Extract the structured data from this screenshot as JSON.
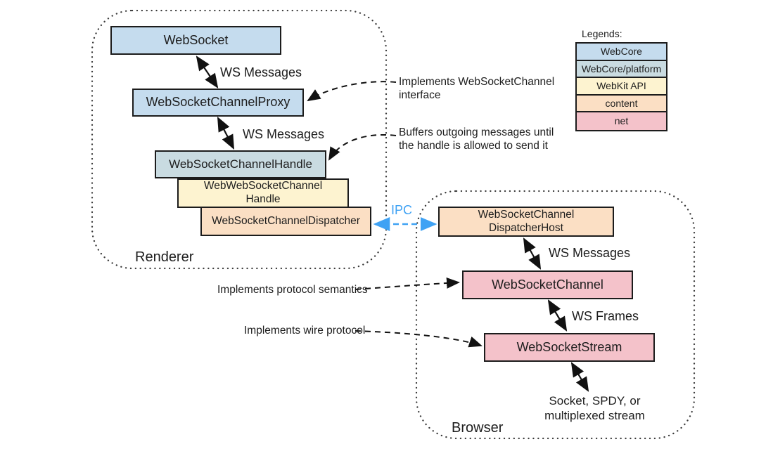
{
  "legend": {
    "title": "Legends:",
    "items": [
      {
        "label": "WebCore",
        "color": "#c5dcee"
      },
      {
        "label": "WebCore/platform",
        "color": "#c9dbe1"
      },
      {
        "label": "WebKit API",
        "color": "#fdf3d0"
      },
      {
        "label": "content",
        "color": "#fbdfc4"
      },
      {
        "label": "net",
        "color": "#f4c2ca"
      }
    ]
  },
  "groups": {
    "renderer": "Renderer",
    "browser": "Browser"
  },
  "boxes": {
    "websocket": {
      "label": "WebSocket",
      "color": "#c5dcee"
    },
    "channel_proxy": {
      "label": "WebSocketChannelProxy",
      "color": "#c5dcee"
    },
    "channel_handle": {
      "label": "WebSocketChannelHandle",
      "color": "#c9dbe1"
    },
    "web_channel_handle": {
      "label": "WebWebSocketChannel Handle",
      "color": "#fdf3d0"
    },
    "dispatcher": {
      "label": "WebSocketChannelDispatcher",
      "color": "#fbdfc4"
    },
    "dispatcher_host": {
      "label": "WebSocketChannel DispatcherHost",
      "color": "#fbdfc4"
    },
    "channel": {
      "label": "WebSocketChannel",
      "color": "#f4c2ca"
    },
    "stream": {
      "label": "WebSocketStream",
      "color": "#f4c2ca"
    }
  },
  "labels": {
    "ws_messages_1": "WS Messages",
    "ws_messages_2": "WS Messages",
    "ws_messages_3": "WS Messages",
    "ws_frames": "WS Frames",
    "ipc": "IPC",
    "ipc_color": "#3fa2f4",
    "socket_spdy": "Socket, SPDY, or multiplexed stream"
  },
  "annotations": {
    "interface": "Implements WebSocketChannel interface",
    "buffers": "Buffers outgoing messages until the handle is allowed to send it",
    "semantics": "Implements protocol semantics",
    "wire": "Implements wire protocol"
  }
}
